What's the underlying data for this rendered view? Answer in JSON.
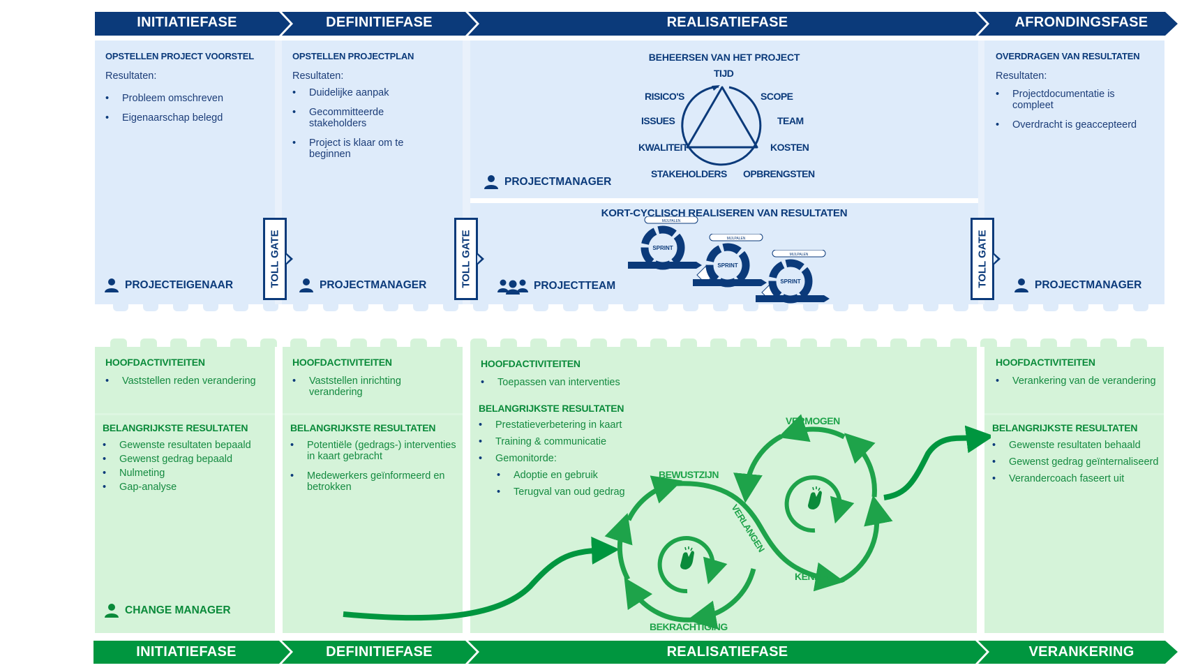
{
  "top_phases": [
    {
      "label": "INITIATIEFASE"
    },
    {
      "label": "DEFINITIEFASE"
    },
    {
      "label": "REALISATIEFASE"
    },
    {
      "label": "AFRONDINGSFASE"
    }
  ],
  "bottom_phases": [
    {
      "label": "INITIATIEFASE"
    },
    {
      "label": "DEFINITIEFASE"
    },
    {
      "label": "REALISATIEFASE"
    },
    {
      "label": "VERANKERING"
    }
  ],
  "colors": {
    "project_blue": "#0b3a7a",
    "project_panel": "#deebfa",
    "change_green": "#00963f",
    "change_panel": "#d5f3d9",
    "cycle_green": "#1ea34a"
  },
  "project": {
    "initiatie": {
      "title": "OPSTELLEN PROJECT VOORSTEL",
      "results_label": "Resultaten:",
      "items": [
        "Probleem omschreven",
        "Eigenaarschap belegd"
      ],
      "role": "PROJECTEIGENAAR",
      "role_icon": "person-icon"
    },
    "definitie": {
      "title": "OPSTELLEN PROJECTPLAN",
      "results_label": "Resultaten:",
      "items": [
        "Duidelijke aanpak",
        "Gecommitteerde stakeholders",
        "Project is klaar om te beginnen"
      ],
      "role": "PROJECTMANAGER",
      "role_icon": "person-icon"
    },
    "realisatie_top": {
      "title": "BEHEERSEN VAN HET PROJECT",
      "triangle_labels": {
        "top": "TIJD",
        "left": [
          "RISICO'S",
          "ISSUES",
          "KWALITEIT",
          "STAKEHOLDERS"
        ],
        "right": [
          "SCOPE",
          "TEAM",
          "KOSTEN",
          "OPBRENGSTEN"
        ]
      },
      "role": "PROJECTMANAGER",
      "role_icon": "person-icon"
    },
    "realisatie_bottom": {
      "title": "KORT-CYCLISCH REALISEREN VAN RESULTATEN",
      "sprint_label": "SPRINT",
      "milestone_label": "MIJLPALEN",
      "gate_label": "TOLL GATE",
      "role": "PROJECTTEAM",
      "role_icon": "group-icon"
    },
    "afronding": {
      "title": "OVERDRAGEN VAN RESULTATEN",
      "results_label": "Resultaten:",
      "items": [
        "Projectdocumentatie is compleet",
        "Overdracht is geaccepteerd"
      ],
      "role": "PROJECTMANAGER",
      "role_icon": "person-icon"
    },
    "toll_gate_label": "TOLL GATE"
  },
  "change": {
    "initiatie": {
      "activities_title": "HOOFDACTIVITEITEN",
      "activities": [
        "Vaststellen reden verandering"
      ],
      "results_title": "BELANGRIJKSTE RESULTATEN",
      "results": [
        "Gewenste resultaten bepaald",
        "Gewenst gedrag bepaald",
        "Nulmeting",
        "Gap-analyse"
      ],
      "role": "CHANGE MANAGER",
      "role_icon": "person-icon"
    },
    "definitie": {
      "activities_title": "HOOFDACTIVITEITEN",
      "activities": [
        "Vaststellen inrichting verandering"
      ],
      "results_title": "BELANGRIJKSTE RESULTATEN",
      "results": [
        "Potentiële (gedrags-) interventies in kaart gebracht",
        "Medewerkers geïnformeerd en betrokken"
      ]
    },
    "realisatie": {
      "activities_title": "HOOFDACTIVITEITEN",
      "activities": [
        "Toepassen van interventies"
      ],
      "results_title": "BELANGRIJKSTE RESULTATEN",
      "results": [
        "Prestatieverbetering in kaart",
        "Training & communicatie",
        "Gemonitorde:"
      ],
      "sub_results": [
        "Adoptie en gebruik",
        "Terugval van oud gedrag"
      ],
      "cycle_labels": {
        "bewustzijn": "BEWUSTZIJN",
        "verlangen": "VERLANGEN",
        "vermogen": "VERMOGEN",
        "kennis": "KENNIS",
        "bekrachtiging": "BEKRACHTIGING"
      }
    },
    "verankering": {
      "activities_title": "HOOFDACTIVITEITEN",
      "activities": [
        "Verankering van de verandering"
      ],
      "results_title": "BELANGRIJKSTE RESULTATEN",
      "results": [
        "Gewenste resultaten behaald",
        "Gewenst gedrag geïnternaliseerd",
        "Verandercoach faseert uit"
      ]
    }
  }
}
